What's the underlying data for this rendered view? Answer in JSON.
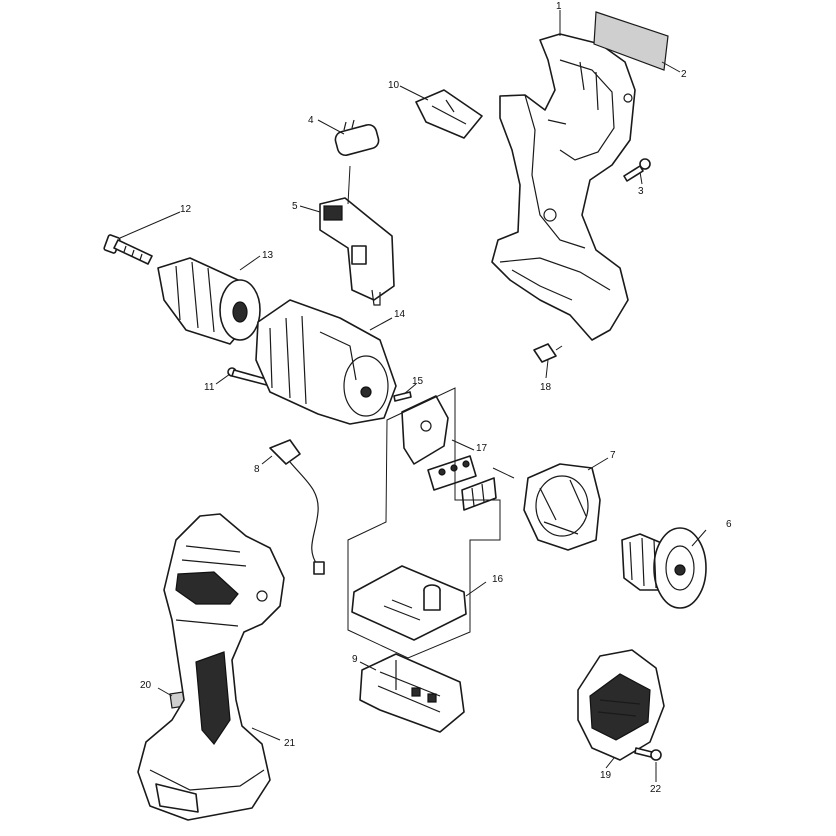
{
  "callouts": [
    "1",
    "2",
    "3",
    "4",
    "5",
    "6",
    "7",
    "8",
    "9",
    "10",
    "11",
    "12",
    "13",
    "14",
    "15",
    "16",
    "17",
    "18",
    "19",
    "20",
    "21",
    "22"
  ]
}
